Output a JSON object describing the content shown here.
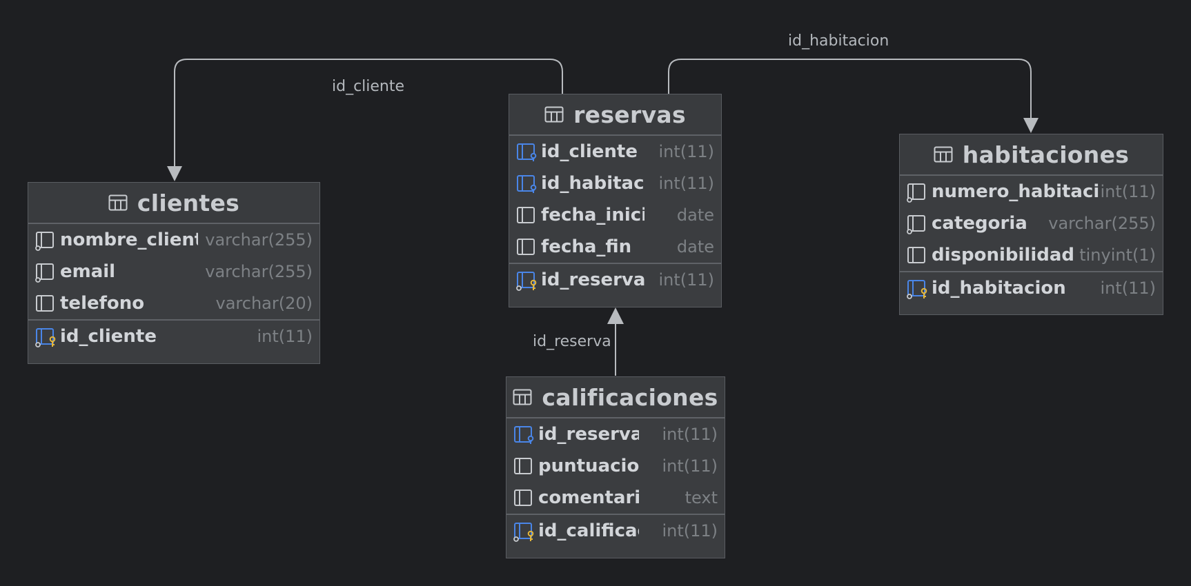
{
  "colors": {
    "background": "#1e1f22",
    "table_body": "#3b3d40",
    "edge": "#b8bbbf",
    "foreign_key_icon": "#4a86e8",
    "primary_key_icon": "#e5b73b"
  },
  "edges": {
    "clientes_label": "id_cliente",
    "habitaciones_label": "id_habitacion",
    "reservas_label": "id_reserva"
  },
  "tables": {
    "reservas": {
      "title": "reservas",
      "rows": [
        {
          "name": "id_cliente",
          "type": "int(11)",
          "icon": "foreign-key-icon"
        },
        {
          "name": "id_habitacion",
          "type": "int(11)",
          "icon": "foreign-key-icon"
        },
        {
          "name": "fecha_inicio",
          "type": "date",
          "icon": "column-icon"
        },
        {
          "name": "fecha_fin",
          "type": "date",
          "icon": "column-icon"
        }
      ],
      "pk": {
        "name": "id_reserva",
        "type": "int(11)",
        "icon": "primary-key-icon"
      }
    },
    "clientes": {
      "title": "clientes",
      "rows": [
        {
          "name": "nombre_cliente",
          "type": "varchar(255)",
          "icon": "not-null-column-icon"
        },
        {
          "name": "email",
          "type": "varchar(255)",
          "icon": "not-null-column-icon"
        },
        {
          "name": "telefono",
          "type": "varchar(20)",
          "icon": "column-icon"
        }
      ],
      "pk": {
        "name": "id_cliente",
        "type": "int(11)",
        "icon": "primary-key-icon"
      }
    },
    "habitaciones": {
      "title": "habitaciones",
      "rows": [
        {
          "name": "numero_habitacion",
          "type": "int(11)",
          "icon": "not-null-column-icon"
        },
        {
          "name": "categoria",
          "type": "varchar(255)",
          "icon": "not-null-column-icon"
        },
        {
          "name": "disponibilidad",
          "type": "tinyint(1)",
          "icon": "column-icon"
        }
      ],
      "pk": {
        "name": "id_habitacion",
        "type": "int(11)",
        "icon": "primary-key-icon"
      }
    },
    "calificaciones": {
      "title": "calificaciones",
      "rows": [
        {
          "name": "id_reserva",
          "type": "int(11)",
          "icon": "foreign-key-icon"
        },
        {
          "name": "puntuacion",
          "type": "int(11)",
          "icon": "column-icon"
        },
        {
          "name": "comentario",
          "type": "text",
          "icon": "column-icon"
        }
      ],
      "pk": {
        "name": "id_calificacion",
        "type": "int(11)",
        "icon": "primary-key-icon"
      }
    }
  }
}
